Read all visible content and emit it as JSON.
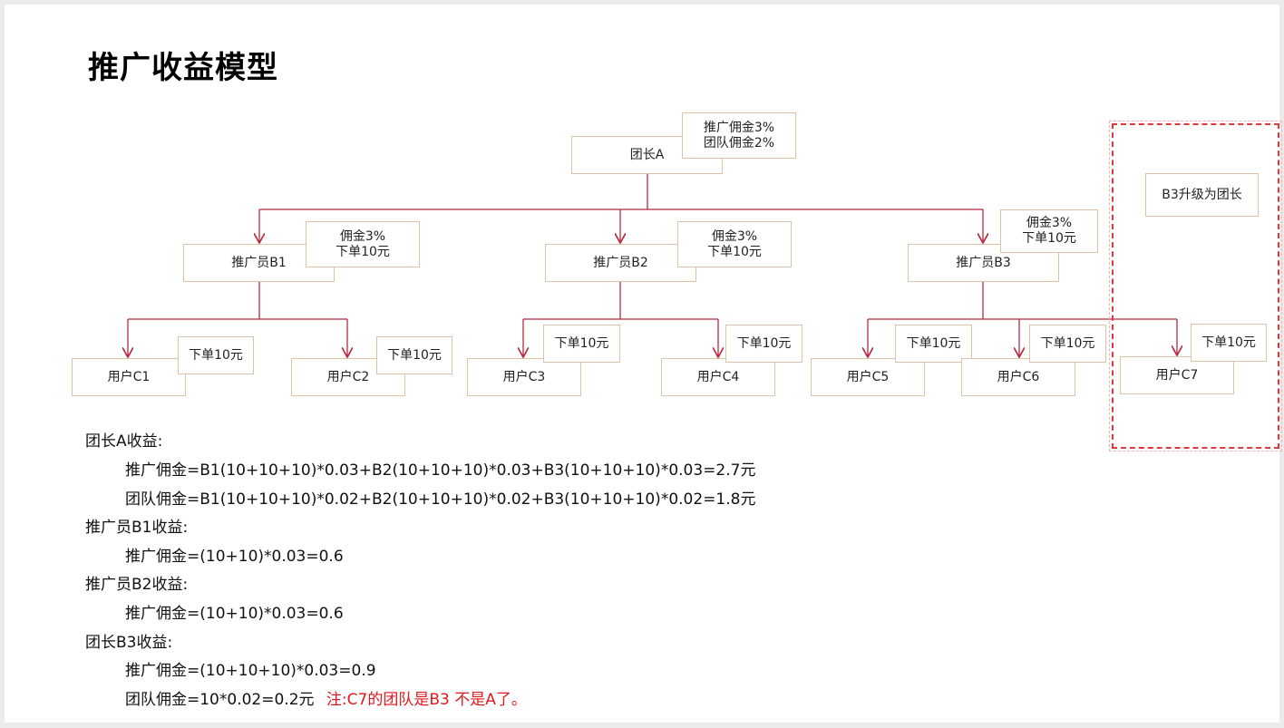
{
  "title": "推广收益模型",
  "tree": {
    "leader": {
      "label": "团长A",
      "badge": [
        "推广佣金3%",
        "团队佣金2%"
      ]
    },
    "promoters": [
      {
        "label": "推广员B1",
        "badge": [
          "佣金3%",
          "下单10元"
        ]
      },
      {
        "label": "推广员B2",
        "badge": [
          "佣金3%",
          "下单10元"
        ]
      },
      {
        "label": "推广员B3",
        "badge": [
          "佣金3%",
          "下单10元"
        ]
      }
    ],
    "users": [
      {
        "label": "用户C1",
        "badge": "下单10元"
      },
      {
        "label": "用户C2",
        "badge": "下单10元"
      },
      {
        "label": "用户C3",
        "badge": "下单10元"
      },
      {
        "label": "用户C4",
        "badge": "下单10元"
      },
      {
        "label": "用户C5",
        "badge": "下单10元"
      },
      {
        "label": "用户C6",
        "badge": "下单10元"
      },
      {
        "label": "用户C7",
        "badge": "下单10元"
      }
    ],
    "upgrade_note": "B3升级为团长"
  },
  "earnings": {
    "leader_a_heading": "团长A收益:",
    "leader_a_promo": "推广佣金=B1(10+10+10)*0.03+B2(10+10+10)*0.03+B3(10+10+10)*0.03=2.7元",
    "leader_a_team": "团队佣金=B1(10+10+10)*0.02+B2(10+10+10)*0.02+B3(10+10+10)*0.02=1.8元",
    "b1_heading": "推广员B1收益:",
    "b1_promo": "推广佣金=(10+10)*0.03=0.6",
    "b2_heading": "推广员B2收益:",
    "b2_promo": "推广佣金=(10+10)*0.03=0.6",
    "b3_heading": "团长B3收益:",
    "b3_promo": "推广佣金=(10+10+10)*0.03=0.9",
    "b3_team": "团队佣金=10*0.02=0.2元",
    "b3_note": "注:C7的团队是B3 不是A了。"
  },
  "colors": {
    "connector": "#b5283f",
    "box_border": "#dcc3a8",
    "highlight": "#e0393b",
    "note": "#e3171b"
  }
}
